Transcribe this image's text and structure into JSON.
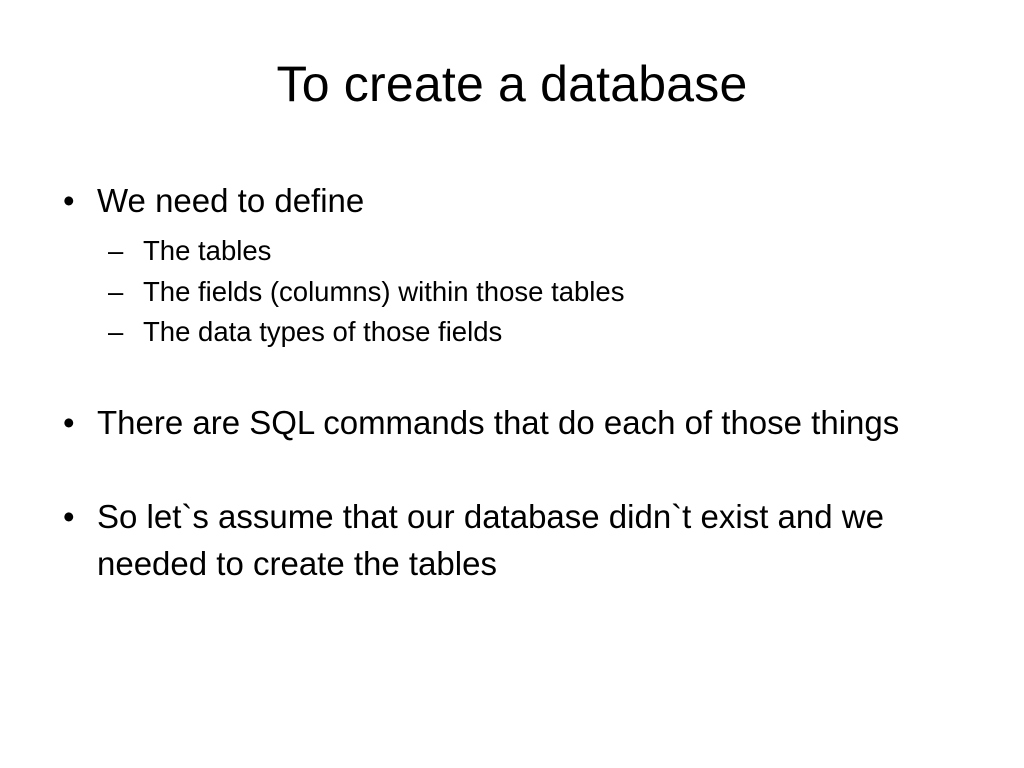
{
  "slide": {
    "title": "To create a database",
    "background_color": "#ffffff",
    "text_color": "#000000",
    "blocks": [
      {
        "level": 1,
        "marker": "•",
        "text": "We need to define",
        "children": [
          {
            "level": 2,
            "marker": "–",
            "text": "The tables"
          },
          {
            "level": 2,
            "marker": "–",
            "text": "The fields (columns) within those tables"
          },
          {
            "level": 2,
            "marker": "–",
            "text": "The data types of those fields"
          }
        ]
      },
      {
        "level": 1,
        "marker": "•",
        "text": "There are SQL commands that do each of those things",
        "children": []
      },
      {
        "level": 1,
        "marker": "•",
        "text": "So let`s assume that our database didn`t exist and we needed to create the tables",
        "children": []
      }
    ]
  }
}
